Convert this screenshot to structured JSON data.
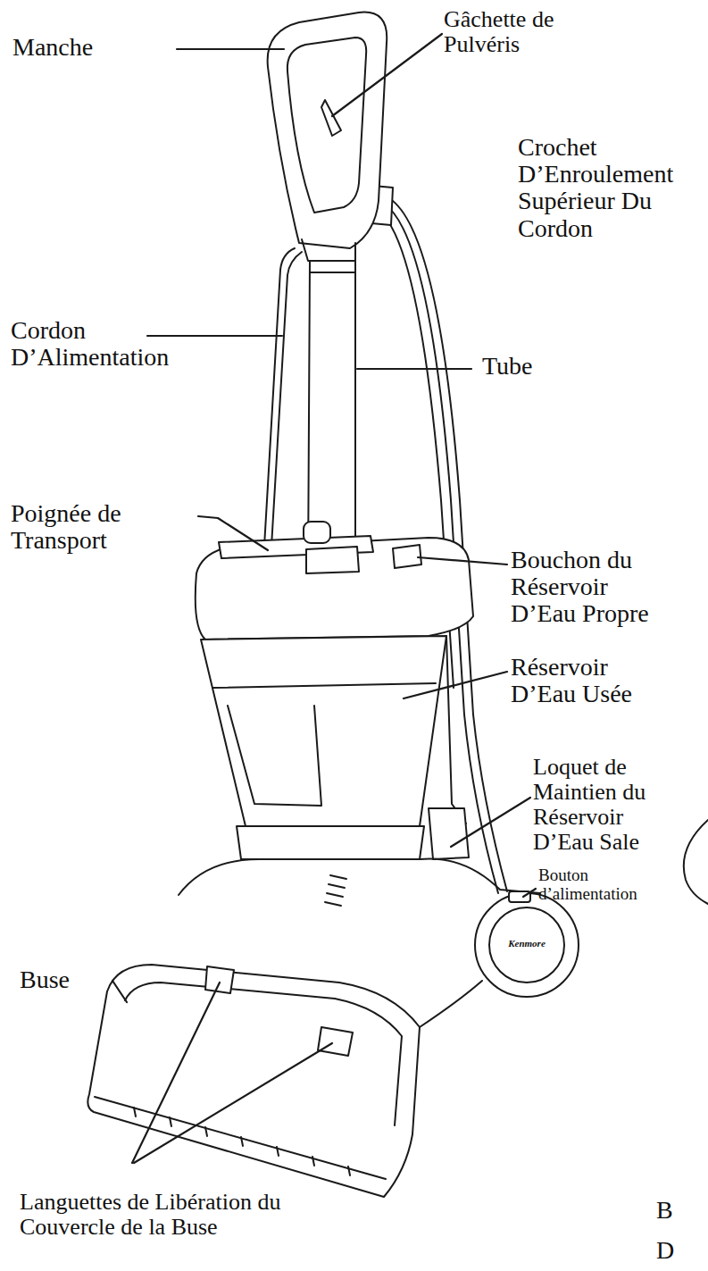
{
  "diagram": {
    "labels": [
      "Manche",
      "Gâchette de Pulvéris",
      "Crochet D’Enroulement Supérieur Du Cordon",
      "Cordon D’Alimentation",
      "Tube",
      "Poignée de Transport",
      "Bouchon du Réservoir D’Eau Propre",
      "Réservoir D’Eau Usée",
      "Loquet de Maintien du Réservoir D’Eau Sale",
      "Bouton d’alimentation",
      "Buse",
      "Kenmore",
      "Languettes de Libération du Couvercle de la Buse",
      "B",
      "D"
    ]
  }
}
